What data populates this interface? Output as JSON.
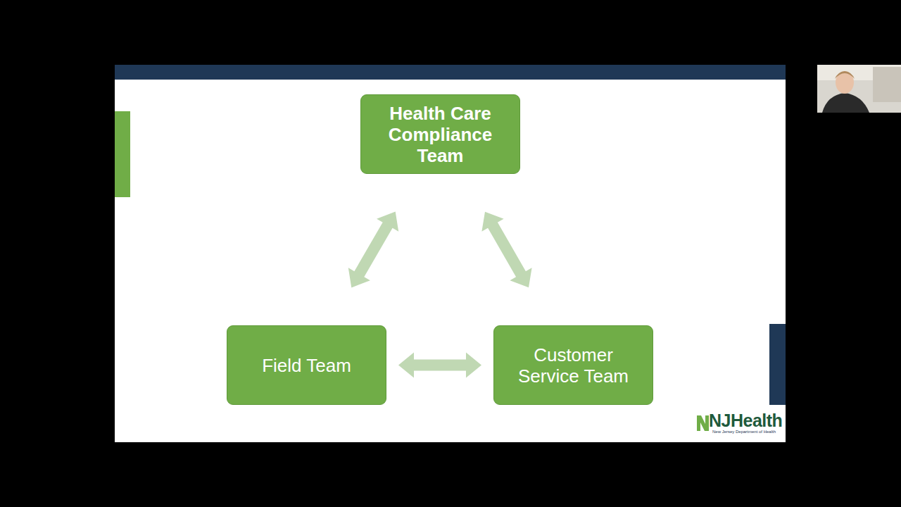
{
  "diagram": {
    "nodes": [
      {
        "text": [
          "Health Care Compliance Team"
        ]
      },
      {
        "text": [
          "Field Team"
        ]
      },
      {
        "text": [
          "Customer Service Team"
        ]
      }
    ],
    "edges": [
      {
        "from": 0,
        "to": 1,
        "arrow": "both"
      },
      {
        "from": 0,
        "to": 2,
        "arrow": "both"
      },
      {
        "from": 1,
        "to": 2,
        "arrow": "both"
      }
    ],
    "labels": [
      "NJHealth",
      "New Jersey Department of Health"
    ]
  }
}
